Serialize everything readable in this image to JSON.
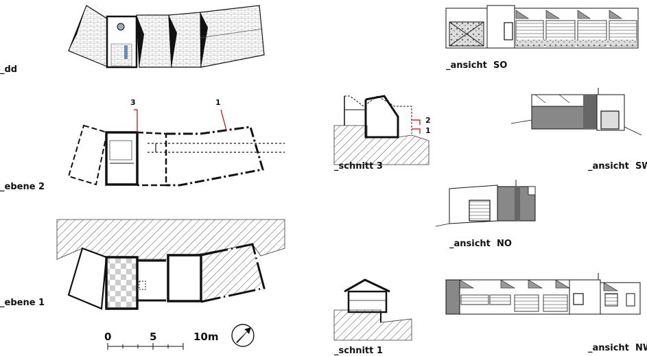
{
  "labels": {
    "dd": "_dd",
    "ebene2": "_ebene 2",
    "ebene1": "_ebene 1",
    "schnitt3": "_schnitt 3",
    "schnitt1": "_schnitt 1",
    "ansicht_so": "_ansicht  SO",
    "ansicht_sw": "_ansicht  SW",
    "ansicht_no": "_ansicht  NO",
    "ansicht_nw": "_ansicht  NW"
  },
  "section_markers": {
    "m3": "3",
    "m1": "1",
    "s2": "2",
    "s1": "1"
  },
  "scale_bar": {
    "zero": "0",
    "five": "5",
    "ten": "10m"
  }
}
